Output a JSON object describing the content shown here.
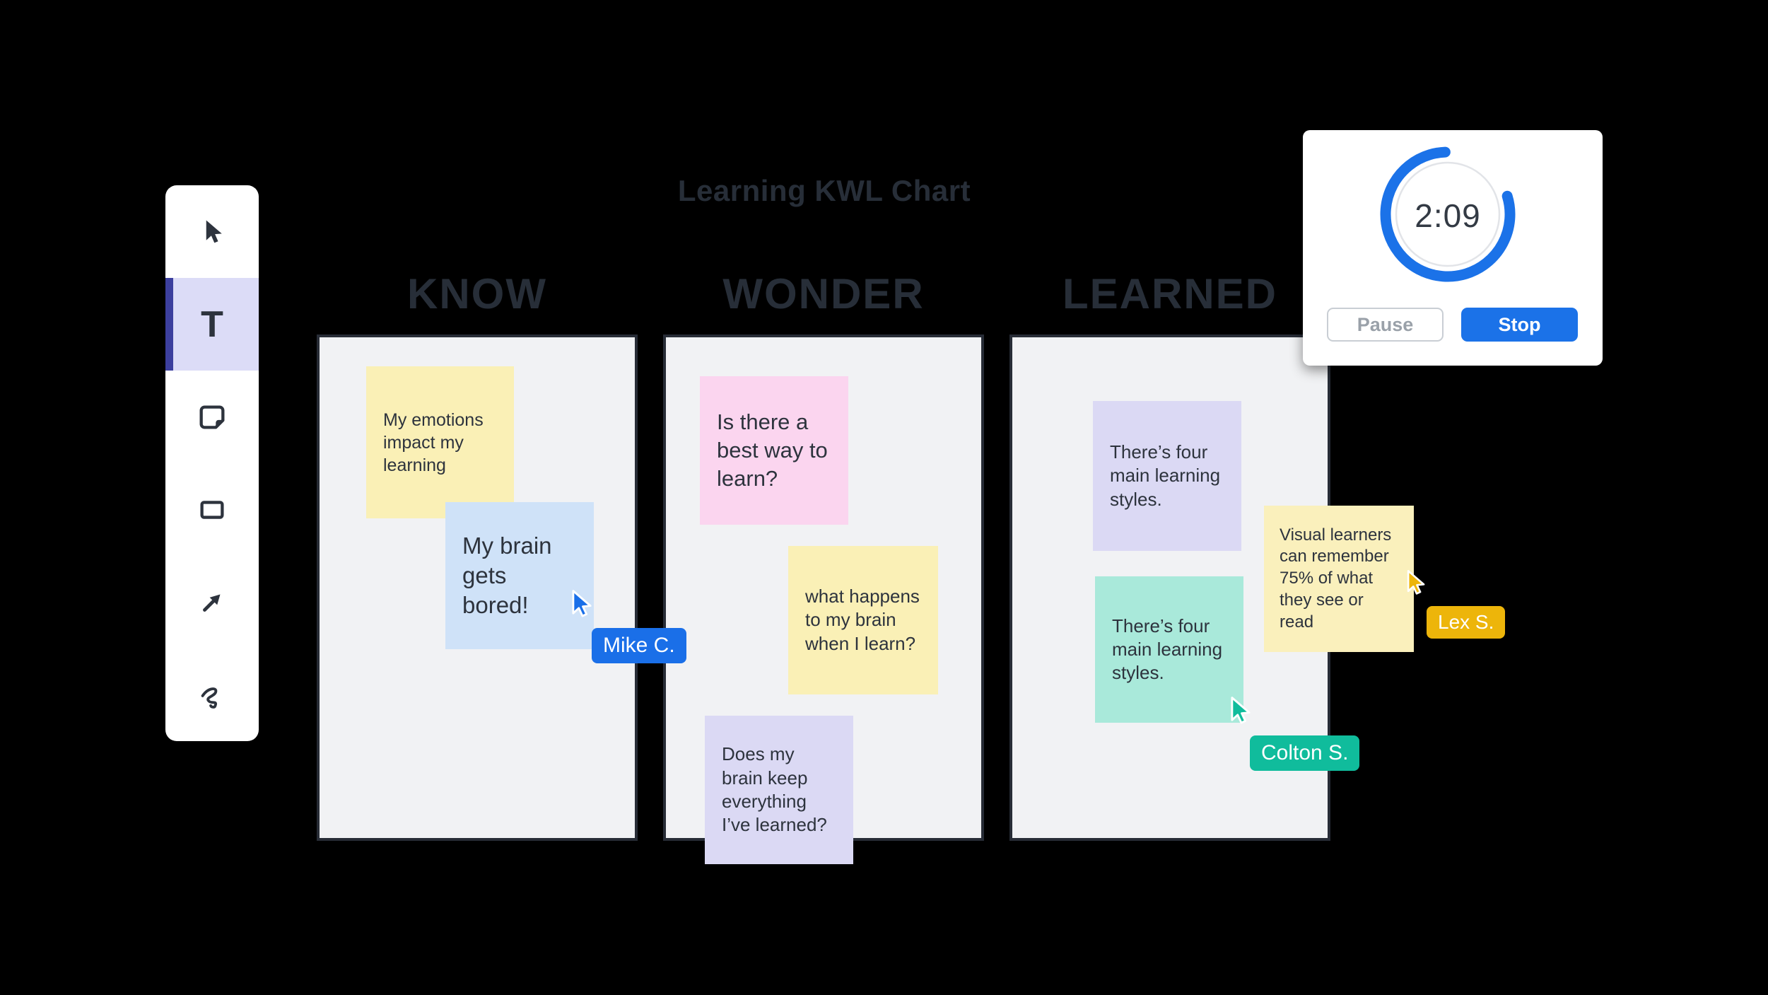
{
  "title": "Learning KWL Chart",
  "toolbar": {
    "tools": [
      {
        "name": "select-tool",
        "selected": false
      },
      {
        "name": "text-tool",
        "label": "T",
        "selected": true
      },
      {
        "name": "sticky-note-tool",
        "selected": false
      },
      {
        "name": "shape-rectangle-tool",
        "selected": false
      },
      {
        "name": "arrow-tool",
        "selected": false
      },
      {
        "name": "pen-scribble-tool",
        "selected": false
      }
    ],
    "selected_bg": "#DCDCF7",
    "selected_bar_color": "#3C3F9E"
  },
  "timer": {
    "time": "2:09",
    "pause_label": "Pause",
    "stop_label": "Stop",
    "ring_color": "#1B72E8",
    "stop_button_color": "#1B72E8"
  },
  "columns": [
    {
      "header": "KNOW",
      "notes": [
        {
          "text": "My emotions impact my learning",
          "color": "#FAF0B6"
        },
        {
          "text": "My brain gets bored!",
          "color": "#CFE2F8"
        }
      ]
    },
    {
      "header": "WONDER",
      "notes": [
        {
          "text": "Is there a best way to learn?",
          "color": "#FBD5EF"
        },
        {
          "text": "what happens to my brain when I learn?",
          "color": "#FAF0B6"
        },
        {
          "text": "Does my brain keep everything I’ve learned?",
          "color": "#DBD9F4"
        }
      ]
    },
    {
      "header": "LEARNED",
      "notes": [
        {
          "text": "There’s four main learning styles.",
          "color": "#DBD9F4"
        },
        {
          "text": "There’s four main learning styles.",
          "color": "#A9E9DA"
        },
        {
          "text": "Visual learners can remember 75% of what they see or read",
          "color": "#FAF0BC"
        }
      ]
    }
  ],
  "collaborators": [
    {
      "name": "Mike C.",
      "color": "#1A6FE8"
    },
    {
      "name": "Colton S.",
      "color": "#10BC9C"
    },
    {
      "name": "Lex S.",
      "color": "#EDB50A"
    }
  ]
}
